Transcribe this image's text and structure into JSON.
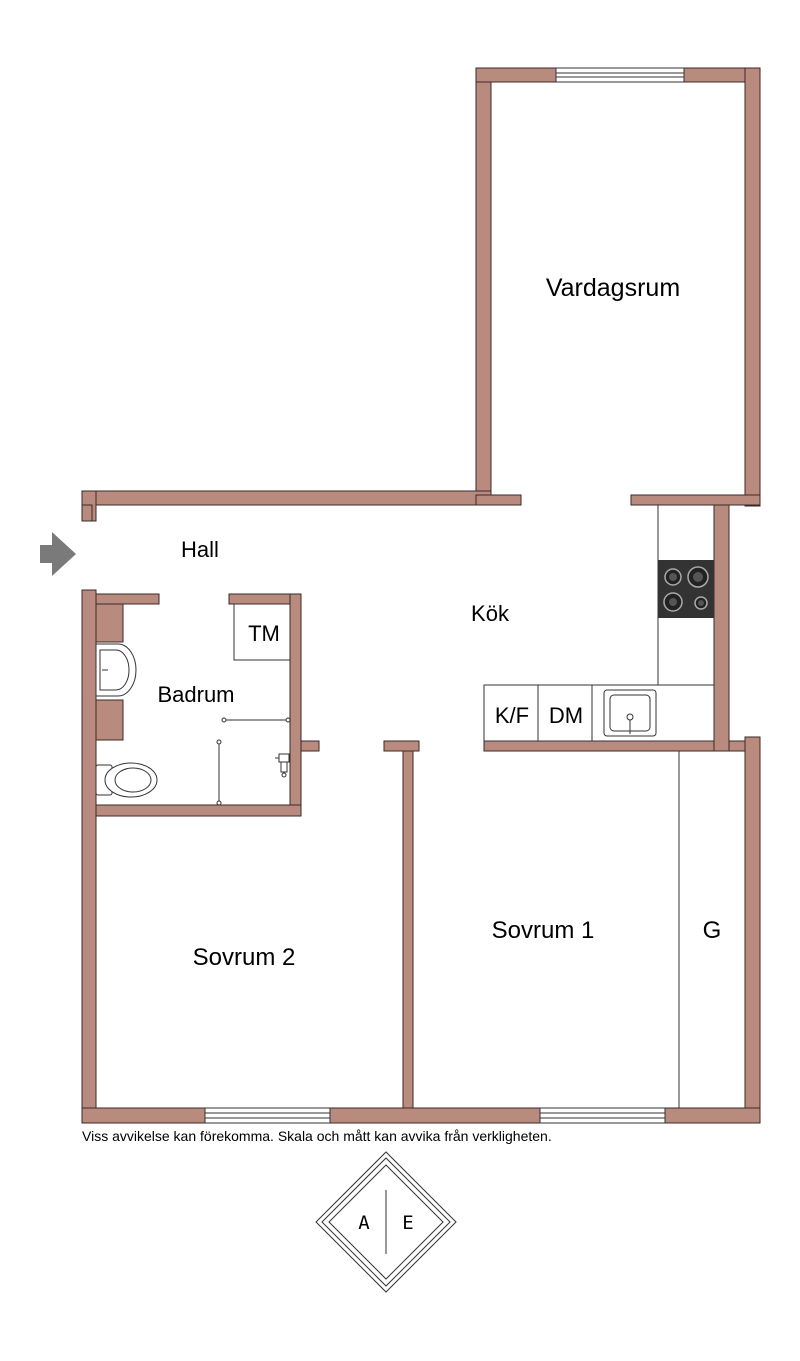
{
  "colors": {
    "wall": "#b98b7e",
    "wall_outline": "#3a2a26",
    "stove_plate": "#333333",
    "arrow": "#7a7a7a"
  },
  "rooms": {
    "vardagsrum": "Vardagsrum",
    "hall": "Hall",
    "kok": "Kök",
    "badrum": "Badrum",
    "tm": "TM",
    "kf": "K/F",
    "dm": "DM",
    "sovrum1": "Sovrum 1",
    "sovrum2": "Sovrum 2",
    "g": "G"
  },
  "compass": {
    "left": "A",
    "right": "E"
  },
  "disclaimer": "Viss avvikelse kan förekomma. Skala och mått kan avvika från verkligheten.",
  "icons": {
    "entrance": "entrance-arrow-icon",
    "stove": "stove-icon",
    "sink": "kitchen-sink-icon",
    "washbasin": "washbasin-icon",
    "toilet": "toilet-icon",
    "shower": "shower-icon",
    "compass": "compass-icon"
  }
}
